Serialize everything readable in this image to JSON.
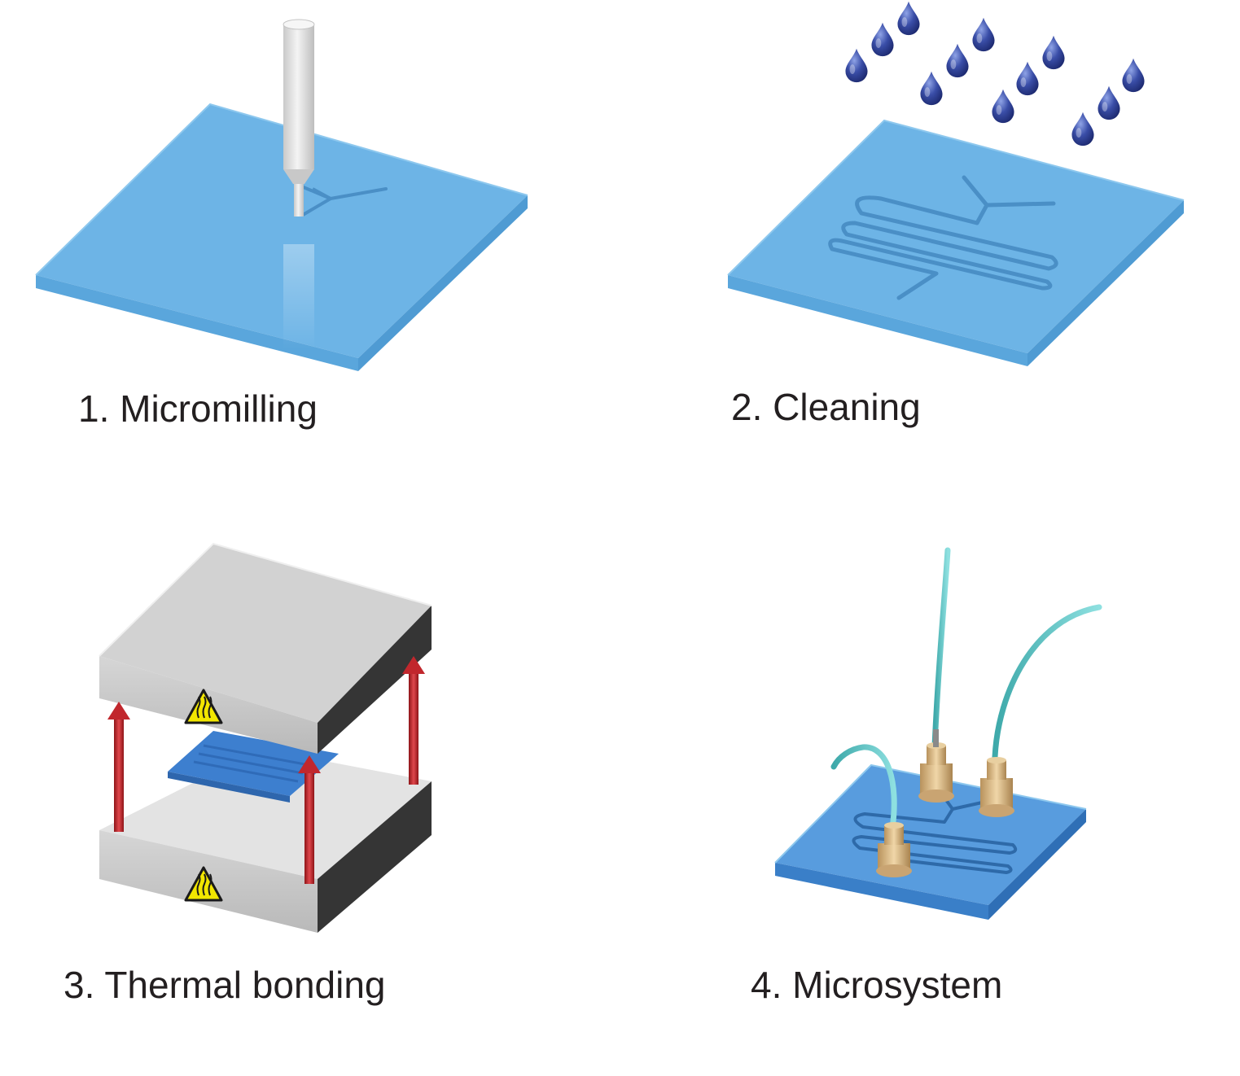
{
  "steps": [
    {
      "label": "1. Micromilling"
    },
    {
      "label": "2. Cleaning"
    },
    {
      "label": "3. Thermal bonding"
    },
    {
      "label": "4. Microsystem"
    }
  ],
  "colors": {
    "plate_top": "#6db4e6",
    "plate_edge": "#4f9bd3",
    "channel": "#4a8fc6",
    "droplet": "#2e3f96",
    "press_top": "#d9d9d9",
    "press_side": "#3a3a3a",
    "arrow": "#c1272d",
    "warning": "#f2e600",
    "fitting": "#d7b88a",
    "tube": "#5bc3c4"
  },
  "icons": [
    "milling-tool-icon",
    "water-droplet-icon",
    "heat-warning-icon",
    "fitting-icon",
    "tubing-icon",
    "up-arrow-icon"
  ]
}
